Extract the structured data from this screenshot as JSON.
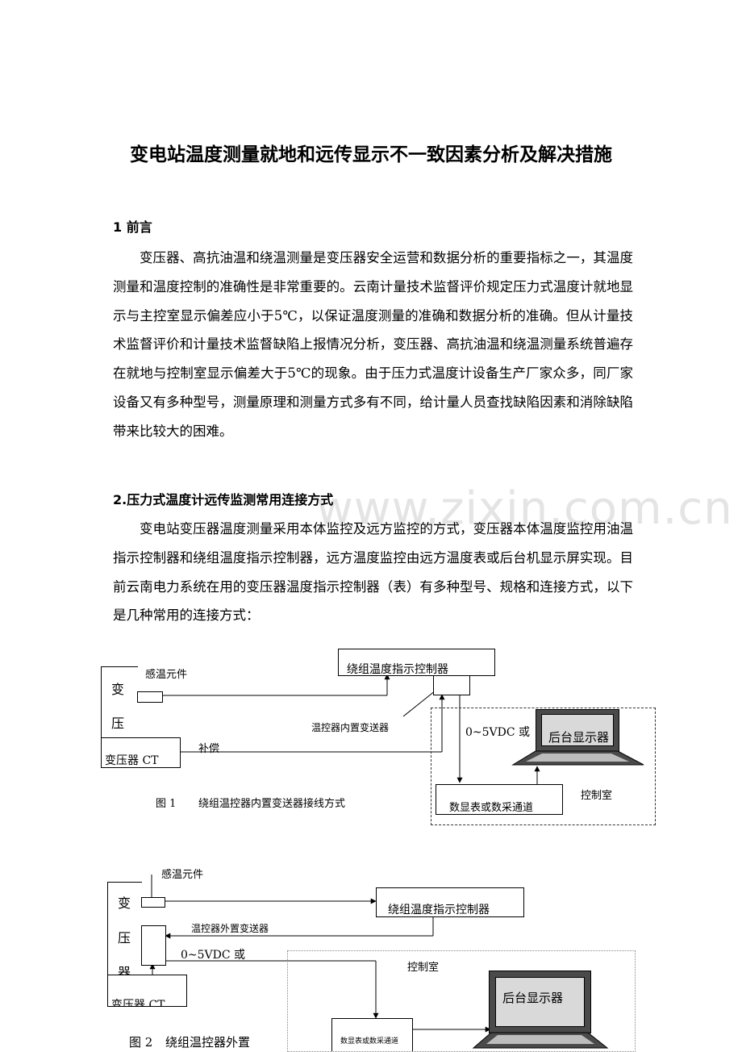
{
  "doc": {
    "title": "变电站温度测量就地和远传显示不一致因素分析及解决措施",
    "section1_heading": "1  前言",
    "section1_para": "变压器、高抗油温和绕温测量是变压器安全运营和数据分析的重要指标之一，其温度测量和温度控制的准确性是非常重要的。云南计量技术监督评价规定压力式温度计就地显示与主控室显示偏差应小于5℃，以保证温度测量的准确和数据分析的准确。但从计量技术监督评价和计量技术监督缺陷上报情况分析，变压器、高抗油温和绕温测量系统普遍存在就地与控制室显示偏差大于5℃的现象。由于压力式温度计设备生产厂家众多，同厂家设备又有多种型号，测量原理和测量方式多有不同，给计量人员查找缺陷因素和消除缺陷带来比较大的困难。",
    "section2_heading": "2.压力式温度计远传监测常用连接方式",
    "section2_para": "变电站变压器温度测量采用本体监控及远方监控的方式，变压器本体温度监控用油温指示控制器和绕组温度指示控制器，远方温度监控由远方温度表或后台机显示屏实现。目前云南电力系统在用的变压器温度指示控制器（表）有多种型号、规格和连接方式，以下是几种常用的连接方式：",
    "watermark": "www.zixin.com.cn"
  },
  "fig1": {
    "transformer_c1": "变",
    "transformer_c2": "压",
    "ct": "变压器 CT",
    "sensor": "感温元件",
    "controller": "绕组温度指示控制器",
    "transmitter": "温控器内置变送器",
    "compensation": "补偿",
    "signal": "0~5VDC 或",
    "display": "后台显示器",
    "channel": "数显表或数采通道",
    "control_room": "控制室",
    "caption_num": "图 1",
    "caption_text": "绕组温控器内置变送器接线方式"
  },
  "fig2": {
    "sensor": "感温元件",
    "transformer_c1": "变",
    "transformer_c2": "压",
    "transformer_c3": "器",
    "ct": "变压器 CT",
    "controller": "绕组温度指示控制器",
    "transmitter": "温控器外置变送器",
    "signal": "0~5VDC 或",
    "control_room": "控制室",
    "display": "后台显示器",
    "channel": "数显表或数采通道",
    "caption_num": "图 2",
    "caption_text": "绕组温控器外置"
  }
}
